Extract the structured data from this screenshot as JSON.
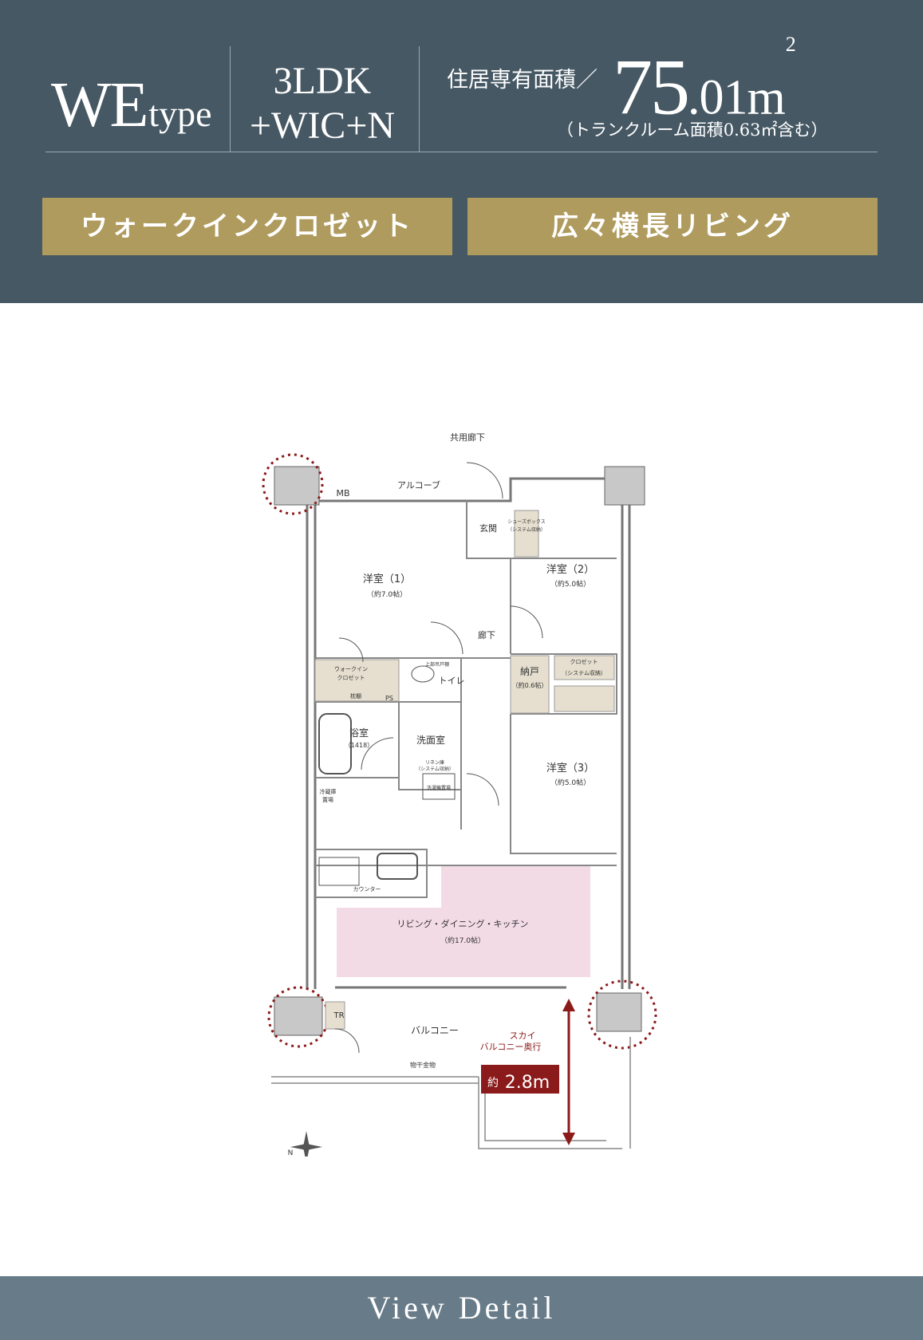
{
  "header": {
    "type_main": "WE",
    "type_suffix": "type",
    "layout_line1": "3LDK",
    "layout_line2": "+WIC+N",
    "area_label": "住居専有面積／",
    "area_int": "75",
    "area_dec": ".01",
    "area_unit": "m",
    "area_sup": "2",
    "area_note": "（トランクルーム面積0.63㎡含む）"
  },
  "features": [
    "ウォークインクロゼット",
    "広々横長リビング"
  ],
  "plan": {
    "corridor": "共用廊下",
    "alcove": "アルコーブ",
    "mb": "MB",
    "entrance": "玄関",
    "shoe_box": "シューズボックス",
    "shoe_box_sub": "（システム収納）",
    "room1": "洋室（1）",
    "room1_size": "（約7.0帖）",
    "room2": "洋室（2）",
    "room2_size": "（約5.0帖）",
    "room3": "洋室（3）",
    "room3_size": "（約5.0帖）",
    "hall": "廊下",
    "wic": "ウォークイン",
    "wic2": "クロゼット",
    "shelf": "枕棚",
    "toilet": "トイレ",
    "toilet_shelf": "上部吊戸棚",
    "ps": "PS",
    "nando": "納戸",
    "nando_size": "（約0.6帖）",
    "closet": "クロゼット",
    "system_storage": "（システム収納）",
    "bath": "浴室",
    "bath_size": "（1418）",
    "washroom": "洗面室",
    "linen": "リネン庫",
    "linen_sub": "（システム収納）",
    "washer": "洗濯機置場",
    "fridge": "冷蔵庫",
    "fridge2": "置場",
    "counter": "カウンター",
    "ldk": "リビング・ダイニング・キッチン",
    "ldk_size": "（約17.0帖）",
    "tr": "TR",
    "balcony": "バルコニー",
    "sky1": "スカイ",
    "sky2": "バルコニー奥行",
    "depth_prefix": "約",
    "depth_value": "2.8m",
    "laundry": "物干金物",
    "north": "N"
  },
  "footer": {
    "label": "View Detail"
  },
  "colors": {
    "header_bg": "#465864",
    "gold": "#b09b5e",
    "footer_bg": "#687b88",
    "accent": "#8b1a1a",
    "ldk_highlight": "#f3dbe6"
  }
}
